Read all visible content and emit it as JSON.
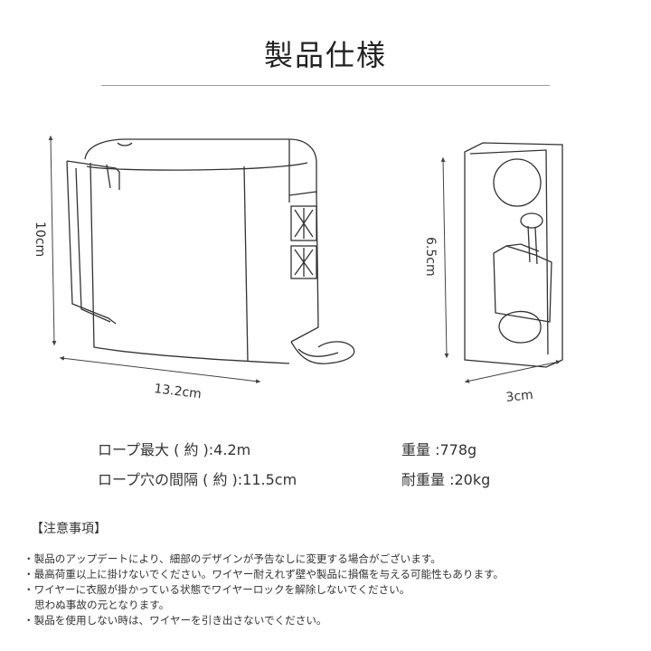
{
  "title": "製品仕様",
  "diagram": {
    "front_height": "10cm",
    "front_width": "13.2cm",
    "side_height": "6.5cm",
    "side_width": "3cm"
  },
  "specs": {
    "rope_max": "ロープ最大 ( 約 ):4.2m",
    "rope_hole_spacing": "ロープ穴の間隔 ( 約 ):11.5cm",
    "weight": "重量 :778g",
    "load_capacity": "耐重量 :20kg"
  },
  "notice": {
    "heading": "【注意事項】",
    "items": [
      {
        "text": "・製品のアップデートにより、細部のデザインが予告なしに変更する場合がございます。"
      },
      {
        "text": "・最高荷重以上に掛けないでください。ワイヤー耐えれず壁や製品に損傷を与える可能性もあります。"
      },
      {
        "text": "・ワイヤーに衣服が掛かっている状態でワイヤーロックを解除しないでください。",
        "cont": "思わぬ事故の元となります。"
      },
      {
        "text": "・製品を使用しない時は、ワイヤーを引き出さないでください。"
      }
    ]
  }
}
